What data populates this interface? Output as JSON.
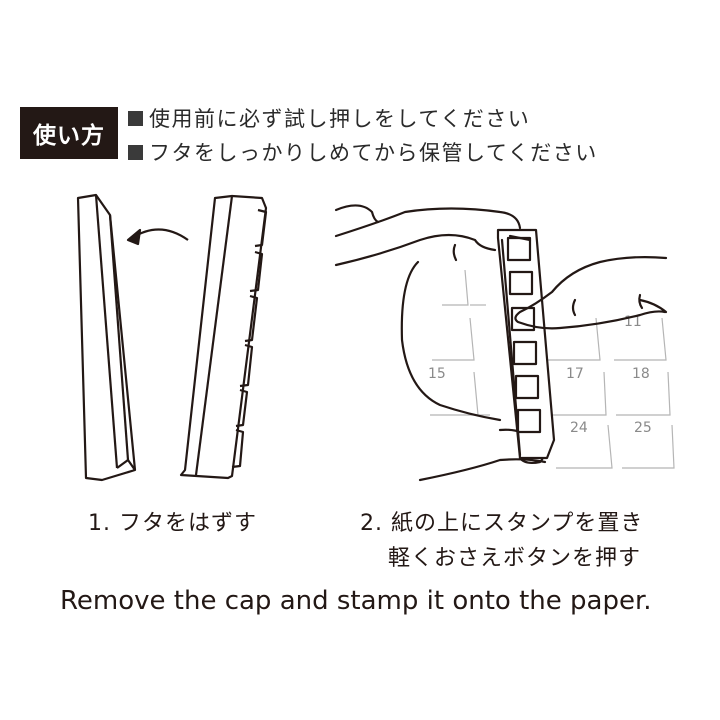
{
  "header": {
    "badge_label": "使い方",
    "notes": [
      "使用前に必ず試し押しをしてください",
      "フタをしっかりしめてから保管してください"
    ]
  },
  "illustrations": {
    "step1": {
      "description": "cap removed from stamp, arrow showing removal",
      "icon": "cap-removal-illustration"
    },
    "step2": {
      "description": "hand holding stamp on calendar paper and pressing button",
      "icon": "stamping-illustration",
      "calendar_numbers": [
        "11",
        "15",
        "17",
        "18",
        "24",
        "25"
      ]
    }
  },
  "steps": {
    "step1": "1. フタをはずす",
    "step2_line1": "2. 紙の上にスタンプを置き",
    "step2_line2": "軽くおさえボタンを押す"
  },
  "english_caption": "Remove the cap and stamp it onto the paper.",
  "colors": {
    "ink": "#231815",
    "badge_bg": "#231815",
    "calendar_line": "#b5b5b5",
    "calendar_number": "#8a8a8a"
  }
}
